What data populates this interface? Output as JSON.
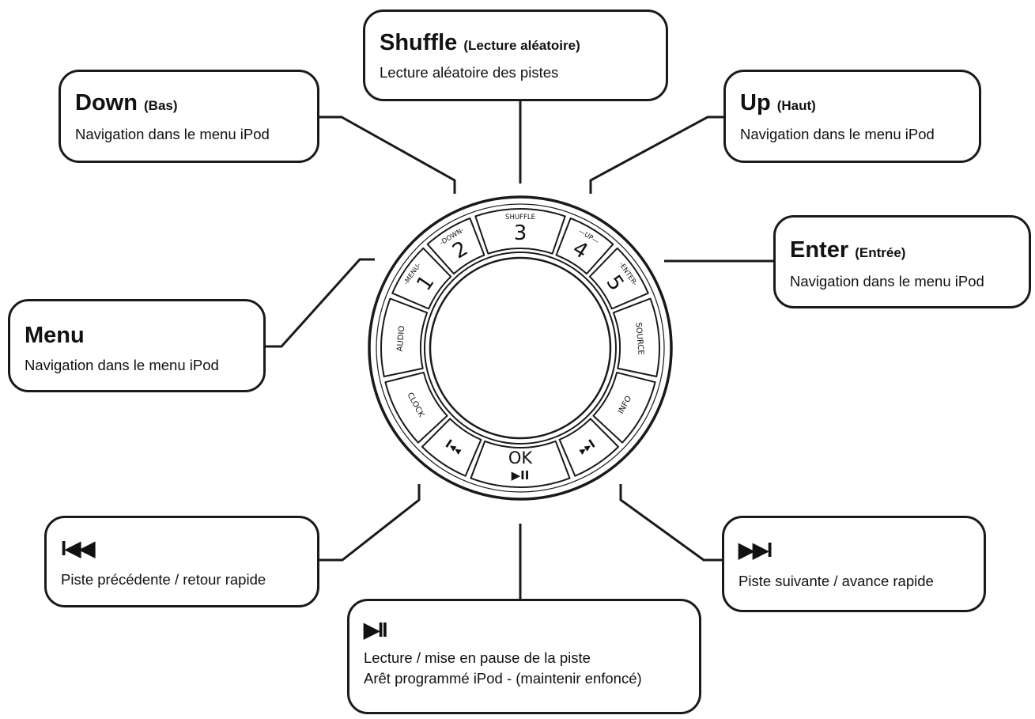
{
  "callouts": {
    "shuffle": {
      "title": "Shuffle",
      "subtitle": "(Lecture aléatoire)",
      "desc": "Lecture aléatoire des pistes"
    },
    "down": {
      "title": "Down",
      "subtitle": "(Bas)",
      "desc": "Navigation dans le menu iPod"
    },
    "up": {
      "title": "Up",
      "subtitle": "(Haut)",
      "desc": "Navigation dans le menu iPod"
    },
    "enter": {
      "title": "Enter",
      "subtitle": "(Entrée)",
      "desc": "Navigation dans le menu iPod"
    },
    "menu": {
      "title": "Menu",
      "desc": "Navigation dans le menu iPod"
    },
    "prev": {
      "icon": "previous-track-icon",
      "glyph": "I◀◀",
      "desc": "Piste précédente / retour rapide"
    },
    "next": {
      "icon": "next-track-icon",
      "glyph": "▶▶I",
      "desc": "Piste suivante / avance rapide"
    },
    "play": {
      "icon": "play-pause-icon",
      "glyph": "▶II",
      "desc1": "Lecture / mise en pause de la piste",
      "desc2": "Arêt programmé iPod - (maintenir enfoncé)"
    }
  },
  "wheel": {
    "buttons": {
      "b1": {
        "tag": "-MENU-",
        "num": "1"
      },
      "b2": {
        "tag": "-DOWN-",
        "num": "2"
      },
      "b3": {
        "tag": "SHUFFLE",
        "num": "3"
      },
      "b4": {
        "tag": "—UP—",
        "num": "4"
      },
      "b5": {
        "tag": "-ENTER-",
        "num": "5"
      },
      "source": {
        "label": "SOURCE"
      },
      "info": {
        "label": "INFO"
      },
      "next": {
        "glyph": "▸▸I",
        "icon": "next-track-icon"
      },
      "ok": {
        "glyph": "▶II",
        "label": "OK",
        "icon": "play-pause-icon"
      },
      "prev": {
        "glyph": "I◂◂",
        "icon": "previous-track-icon"
      },
      "clock": {
        "label": "CLOCK"
      },
      "audio": {
        "label": "AUDIO"
      }
    }
  }
}
